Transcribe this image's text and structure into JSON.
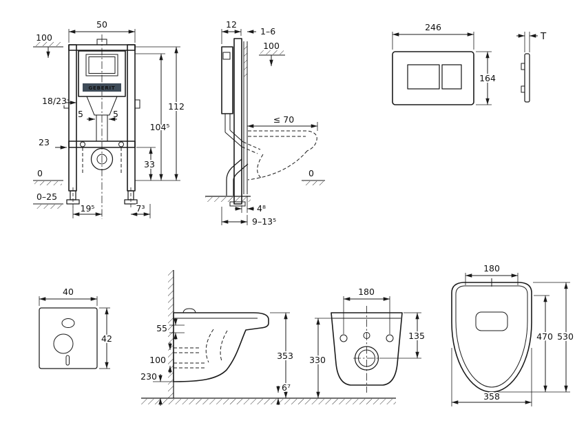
{
  "drawing": {
    "brand": "GEBERIT",
    "colors": {
      "line": "#1a1a1a",
      "brand_bg": "#3f4c59",
      "brand_fg": "#ffffff"
    },
    "frame_front": {
      "width": "50",
      "top_level": "100",
      "inlet": "18/23",
      "adjust_left": "5",
      "adjust_right": "5",
      "left_dim": "23",
      "height_total": "112",
      "height_inner": "104⁵",
      "outlet_dim": "33",
      "level_zero": "0",
      "level_range": "0–25",
      "foot_dim_left": "19⁵",
      "foot_dim_right": "7³"
    },
    "frame_side": {
      "depth": "12",
      "cladding": "1–6",
      "top_level": "100",
      "reach": "≤ 70",
      "level_zero": "0",
      "bottom_front": "4⁸",
      "bottom_range": "9–13⁵"
    },
    "flush_plate": {
      "width": "246",
      "height": "164",
      "thickness": "T"
    },
    "sound_pad": {
      "width": "40",
      "height": "42"
    },
    "bowl_side": {
      "seat": "55",
      "inlet": "100",
      "clearance": "230",
      "height": "353",
      "gap": "6⁷"
    },
    "bowl_front": {
      "spacing": "180",
      "upper": "135",
      "height": "330"
    },
    "bowl_top": {
      "spacing": "180",
      "inner_length": "470",
      "length": "530",
      "width": "358"
    }
  }
}
